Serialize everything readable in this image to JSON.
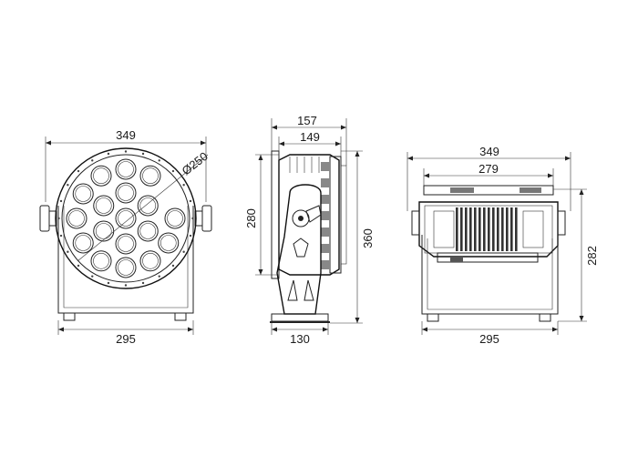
{
  "front_view": {
    "width_top": "349",
    "width_bottom": "295",
    "diameter": "Ø250"
  },
  "side_view": {
    "depth_outer": "157",
    "depth_inner": "149",
    "height_head": "280",
    "height_total": "360",
    "base_depth": "130"
  },
  "rear_view": {
    "width_top": "349",
    "width_inner": "279",
    "width_bottom": "295",
    "height": "282"
  },
  "colors": {
    "line": "#222222",
    "fill_dark": "#555555",
    "fill_light": "#e8e8e8"
  }
}
